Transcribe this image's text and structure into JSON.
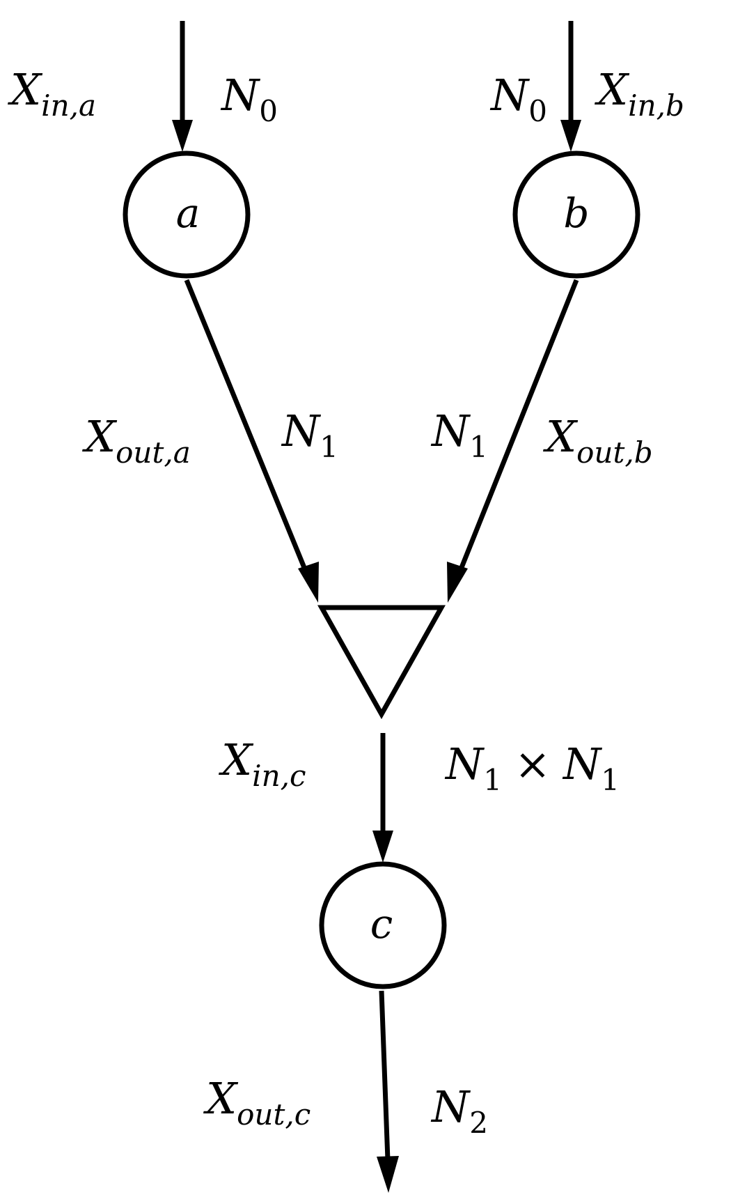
{
  "nodes": {
    "a": {
      "label": "a"
    },
    "b": {
      "label": "b"
    },
    "c": {
      "label": "c"
    }
  },
  "labels": {
    "x_in_a": {
      "main": "X",
      "sub": "in,a"
    },
    "x_in_b": {
      "main": "X",
      "sub": "in,b"
    },
    "n0_left": {
      "main": "N",
      "sub": "0"
    },
    "n0_right": {
      "main": "N",
      "sub": "0"
    },
    "x_out_a": {
      "main": "X",
      "sub": "out,a"
    },
    "x_out_b": {
      "main": "X",
      "sub": "out,b"
    },
    "n1_left": {
      "main": "N",
      "sub": "1"
    },
    "n1_right": {
      "main": "N",
      "sub": "1"
    },
    "x_in_c": {
      "main": "X",
      "sub": "in,c"
    },
    "n1_times_n1": {
      "main1": "N",
      "sub1": "1",
      "times": "×",
      "main2": "N",
      "sub2": "1"
    },
    "x_out_c": {
      "main": "X",
      "sub": "out,c"
    },
    "n2": {
      "main": "N",
      "sub": "2"
    }
  }
}
